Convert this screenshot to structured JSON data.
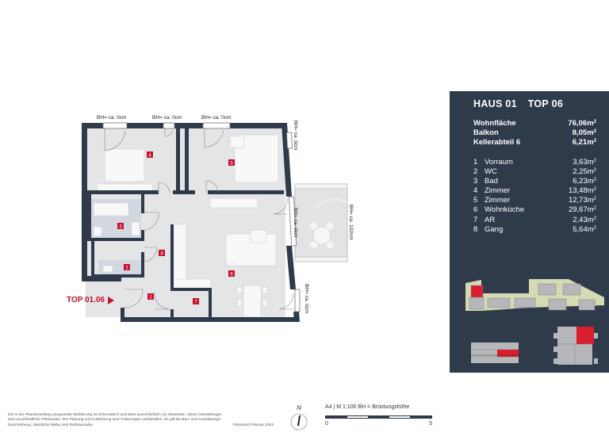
{
  "panel": {
    "haus": "HAUS 01",
    "top": "TOP 06",
    "summary": [
      {
        "label": "Wohnfläche",
        "value": "76,06m",
        "unit": "2"
      },
      {
        "label": "Balkon",
        "value": "8,05m",
        "unit": "2"
      },
      {
        "label": "Kellerabteil 6",
        "value": "6,21m",
        "unit": "2"
      }
    ],
    "rooms": [
      {
        "num": "1",
        "label": "Vorraum",
        "value": "3,63m",
        "unit": "2"
      },
      {
        "num": "2",
        "label": "WC",
        "value": "2,25m",
        "unit": "2"
      },
      {
        "num": "3",
        "label": "Bad",
        "value": "6,23m",
        "unit": "2"
      },
      {
        "num": "4",
        "label": "Zimmer",
        "value": "13,48m",
        "unit": "2"
      },
      {
        "num": "5",
        "label": "Zimmer",
        "value": "12,73m",
        "unit": "2"
      },
      {
        "num": "6",
        "label": "Wohnküche",
        "value": "29,67m",
        "unit": "2"
      },
      {
        "num": "7",
        "label": "AR",
        "value": "2,43m",
        "unit": "2"
      },
      {
        "num": "8",
        "label": "Gang",
        "value": "5,64m",
        "unit": "2"
      }
    ]
  },
  "plan": {
    "unit_label": "TOP 01.06",
    "bh_labels": {
      "top_left": "BH= ca. 0cm",
      "top_mid": "BH= ca. 0cm",
      "top_right": "BH= ca. 0cm",
      "right_upper": "BH= ca. 0cm",
      "right_mid": "BH= ca. 0cm",
      "right_lower": "BH= ca. 0cm",
      "balcony": "BH= ca. 102cm"
    },
    "room_markers": [
      "1",
      "2",
      "3",
      "4",
      "5",
      "6",
      "7",
      "8"
    ]
  },
  "footer": {
    "disclaimer_line1": "Die in der Plandarstellung dargestellte Möblierung ist schematisch und dient ausschließlich zur Illustration. Diese Darstellungen",
    "disclaimer_line2": "sind unverbindliche Plankopien. Der Planung und Ausführung sind Änderungen vorbehalten. Es gilt die Bau- und Ausstattungs-",
    "disclaimer_line3": "beschreibung. Sämtliche Maße sind Rohbaumaße.",
    "plan_date": "Planstand Februar 2023",
    "north": "N",
    "scale_label": "A4 | M 1:100  BH = Brüstungshöhe",
    "scale_start": "0",
    "scale_end": "5"
  },
  "colors": {
    "panel_bg": "#2f3a4b",
    "wall": "#2f3a4b",
    "floor": "#e4e5e7",
    "bath_floor": "#d3d8e0",
    "accent_red": "#c8102e",
    "site_green": "#d4dbb3",
    "building_grey": "#b5b7ba"
  }
}
